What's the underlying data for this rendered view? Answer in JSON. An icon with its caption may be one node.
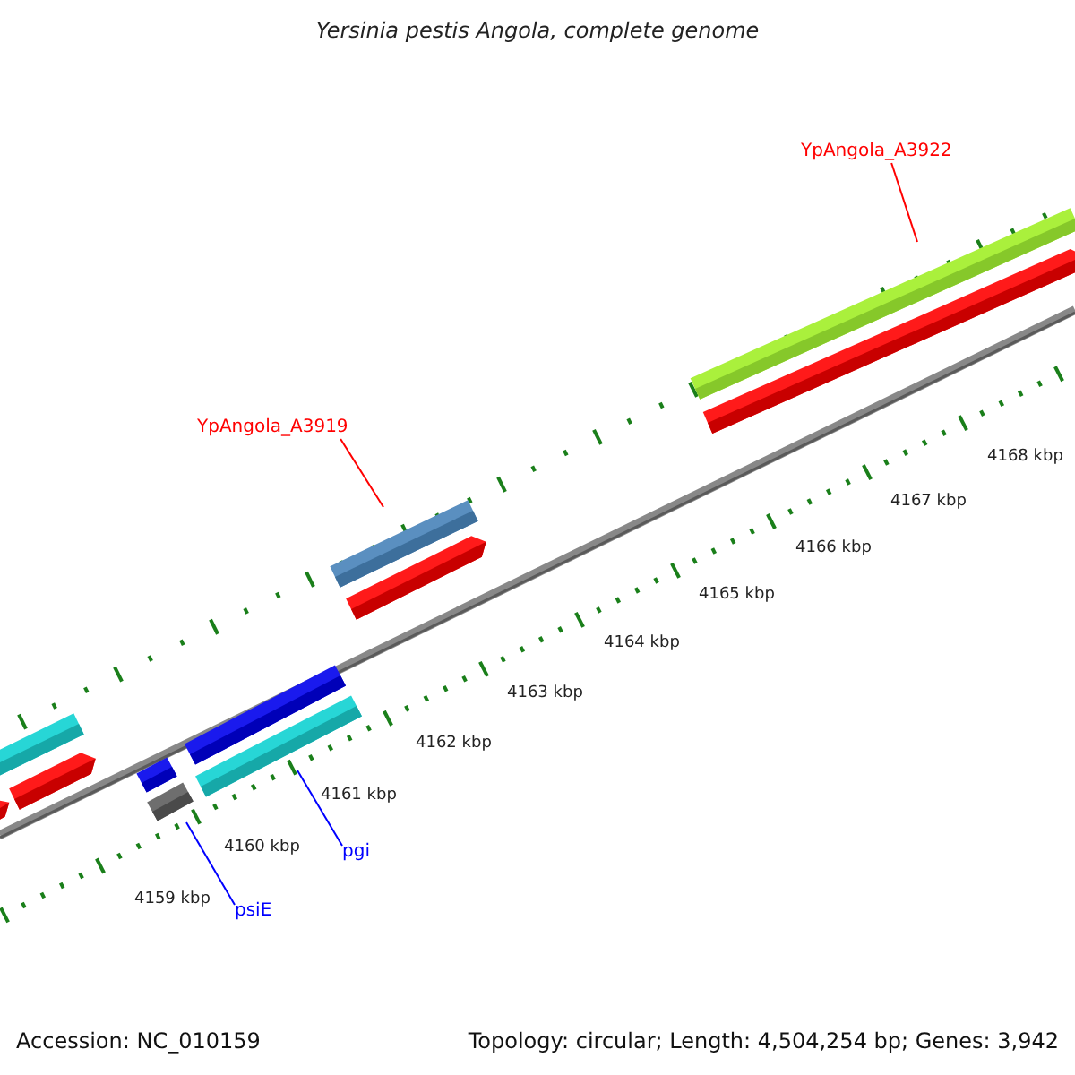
{
  "diagram": {
    "title": "Yersinia pestis Angola, complete genome",
    "nodes": [
      {
        "text": [
          "YpAngola_A3922"
        ]
      },
      {
        "text": [
          "YpAngola_A3919"
        ]
      },
      {
        "text": [
          "pgi"
        ]
      },
      {
        "text": [
          "psiE"
        ]
      }
    ],
    "edges": [
      {
        "from": 0,
        "to": null,
        "arrow": "none",
        "color": "#ff0000"
      },
      {
        "from": 1,
        "to": null,
        "arrow": "none",
        "color": "#ff0000"
      },
      {
        "from": 2,
        "to": null,
        "arrow": "none",
        "color": "#0000ff"
      },
      {
        "from": 3,
        "to": null,
        "arrow": "none",
        "color": "#0000ff"
      }
    ],
    "labels": [
      "4168 kbp",
      "4167 kbp",
      "4166 kbp",
      "4165 kbp",
      "4164 kbp",
      "4163 kbp",
      "4162 kbp",
      "4161 kbp",
      "4160 kbp",
      "4159 kbp",
      "Accession: NC_010159",
      "Topology: circular; Length: 4,504,254 bp; Genes: 3,942"
    ]
  }
}
